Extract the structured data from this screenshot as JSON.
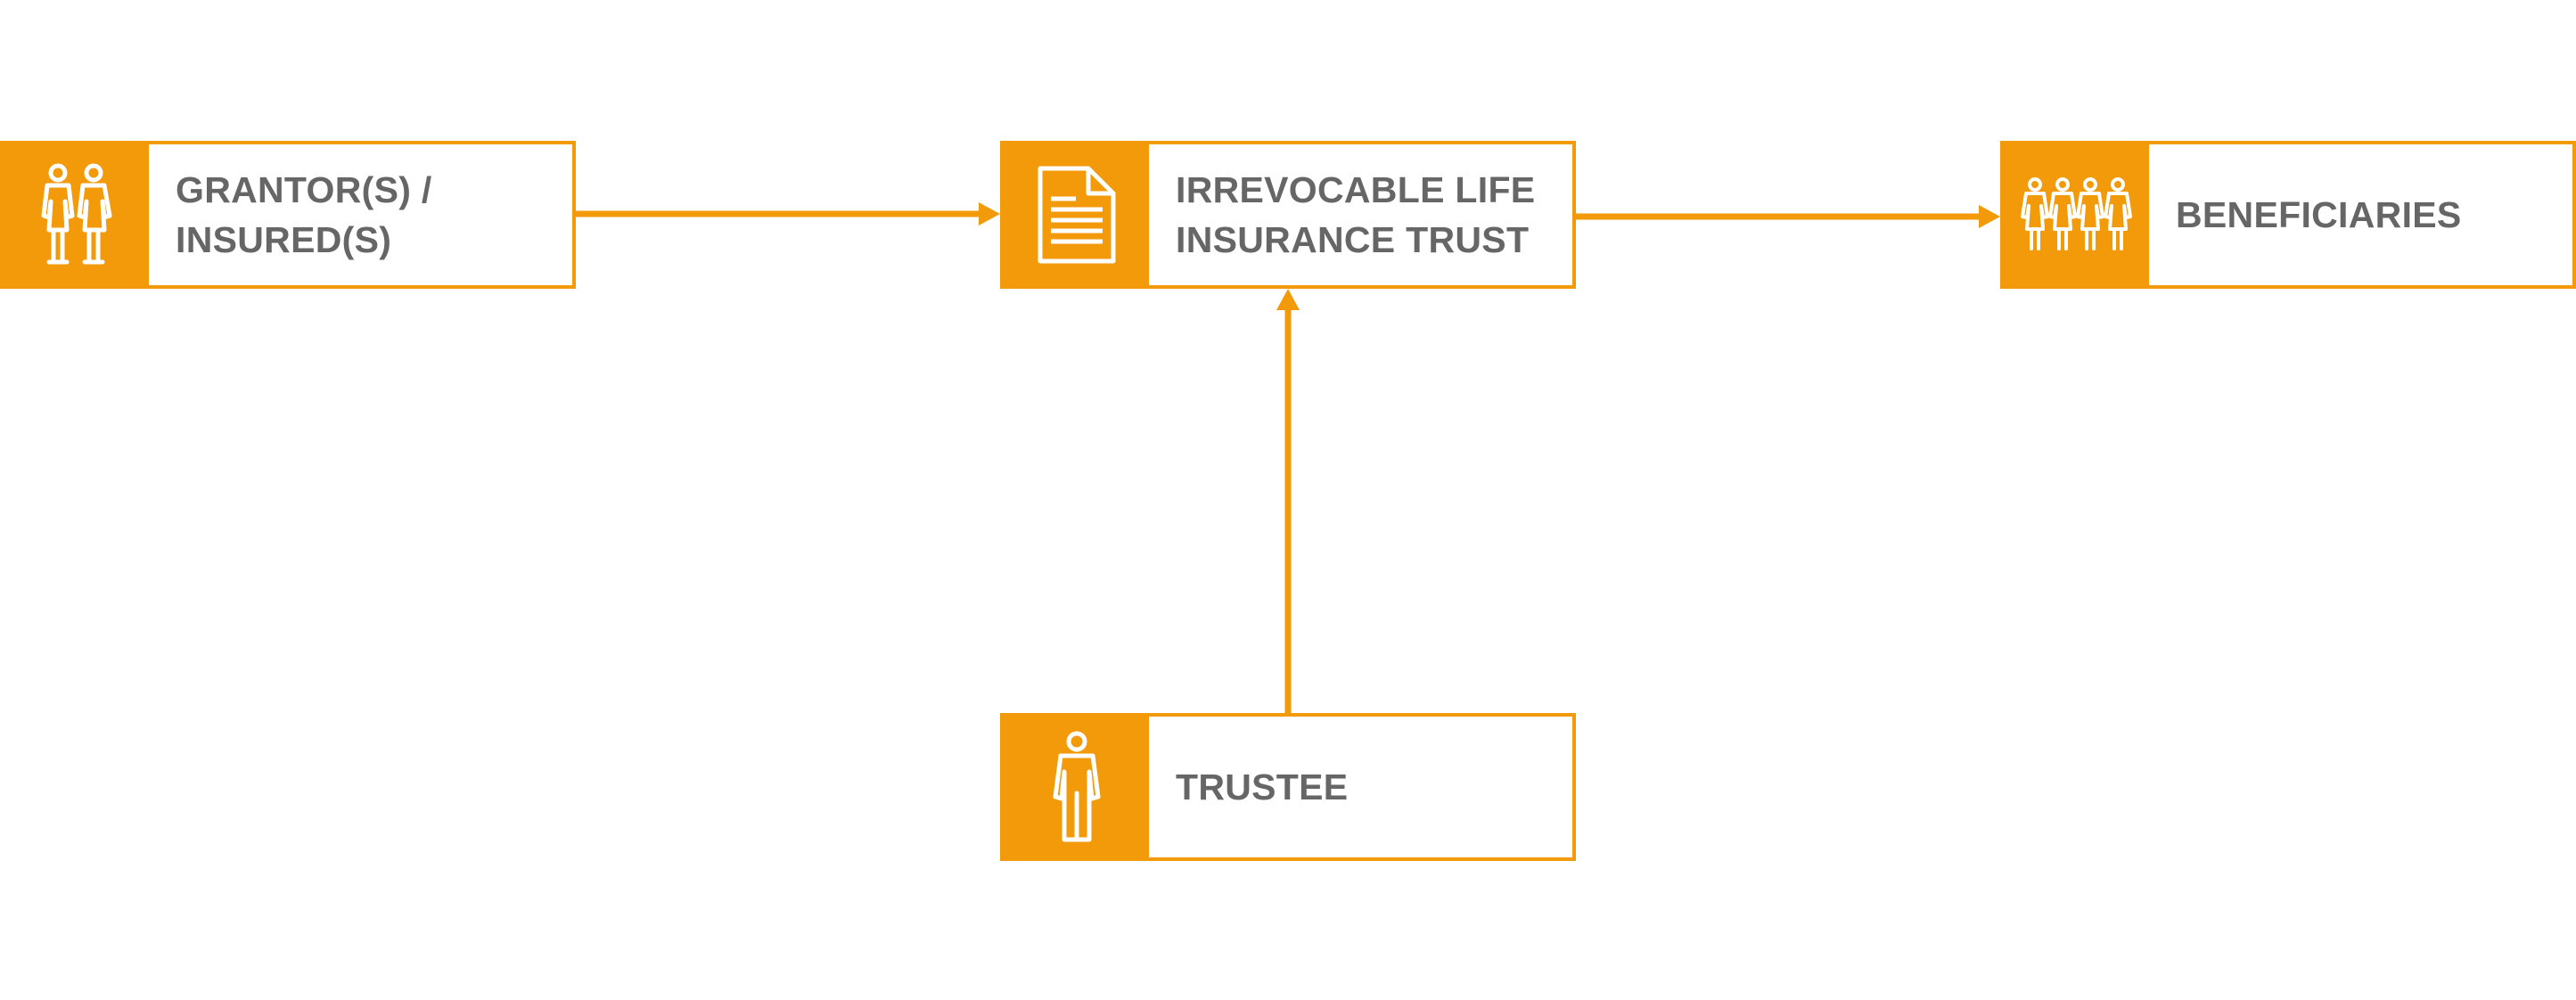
{
  "colors": {
    "accent": "#f29a0a",
    "text": "#666666",
    "background": "#ffffff"
  },
  "nodes": {
    "grantor": {
      "line1": "GRANTOR(S) /",
      "line2": "INSURED(S)",
      "icon": "couple-icon"
    },
    "trust": {
      "line1": "IRREVOCABLE LIFE",
      "line2": "INSURANCE TRUST",
      "icon": "document-icon"
    },
    "beneficiaries": {
      "line1": "BENEFICIARIES",
      "icon": "group-icon"
    },
    "trustee": {
      "line1": "TRUSTEE",
      "icon": "person-icon"
    }
  },
  "edges": [
    {
      "from": "grantor",
      "to": "trust"
    },
    {
      "from": "trust",
      "to": "beneficiaries"
    },
    {
      "from": "trustee",
      "to": "trust"
    }
  ]
}
